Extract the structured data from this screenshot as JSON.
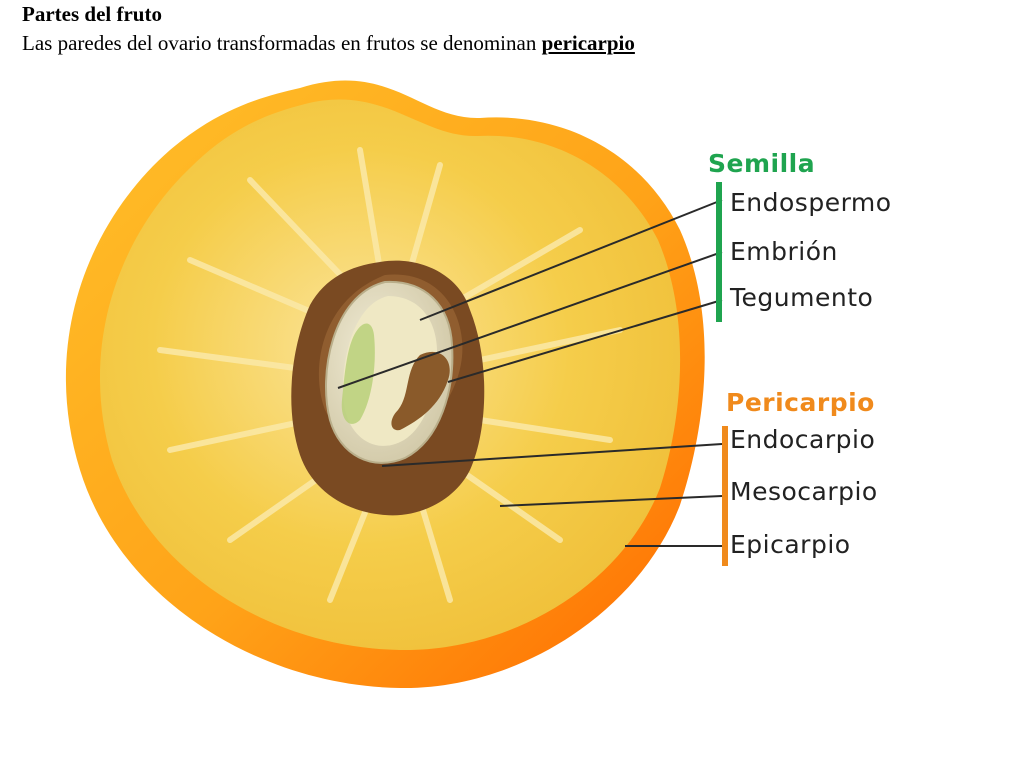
{
  "header": {
    "title": "Partes del fruto",
    "subtitle_prefix": "Las paredes del ovario transformadas en frutos se denominan ",
    "subtitle_term": "pericarpio"
  },
  "diagram": {
    "groups": [
      {
        "title": "Semilla",
        "color": "#1fa44f",
        "labels": [
          "Endospermo",
          "Embrión",
          "Tegumento"
        ]
      },
      {
        "title": "Pericarpio",
        "color": "#f08a1c",
        "labels": [
          "Endocarpio",
          "Mesocarpio",
          "Epicarpio"
        ]
      }
    ],
    "colors": {
      "epicarp": "#ff6a00",
      "mesocarp": "#f5c83c",
      "stone": "#7a4a22",
      "seed": "#e8e3c8",
      "embryo": "#b8d07a"
    }
  }
}
